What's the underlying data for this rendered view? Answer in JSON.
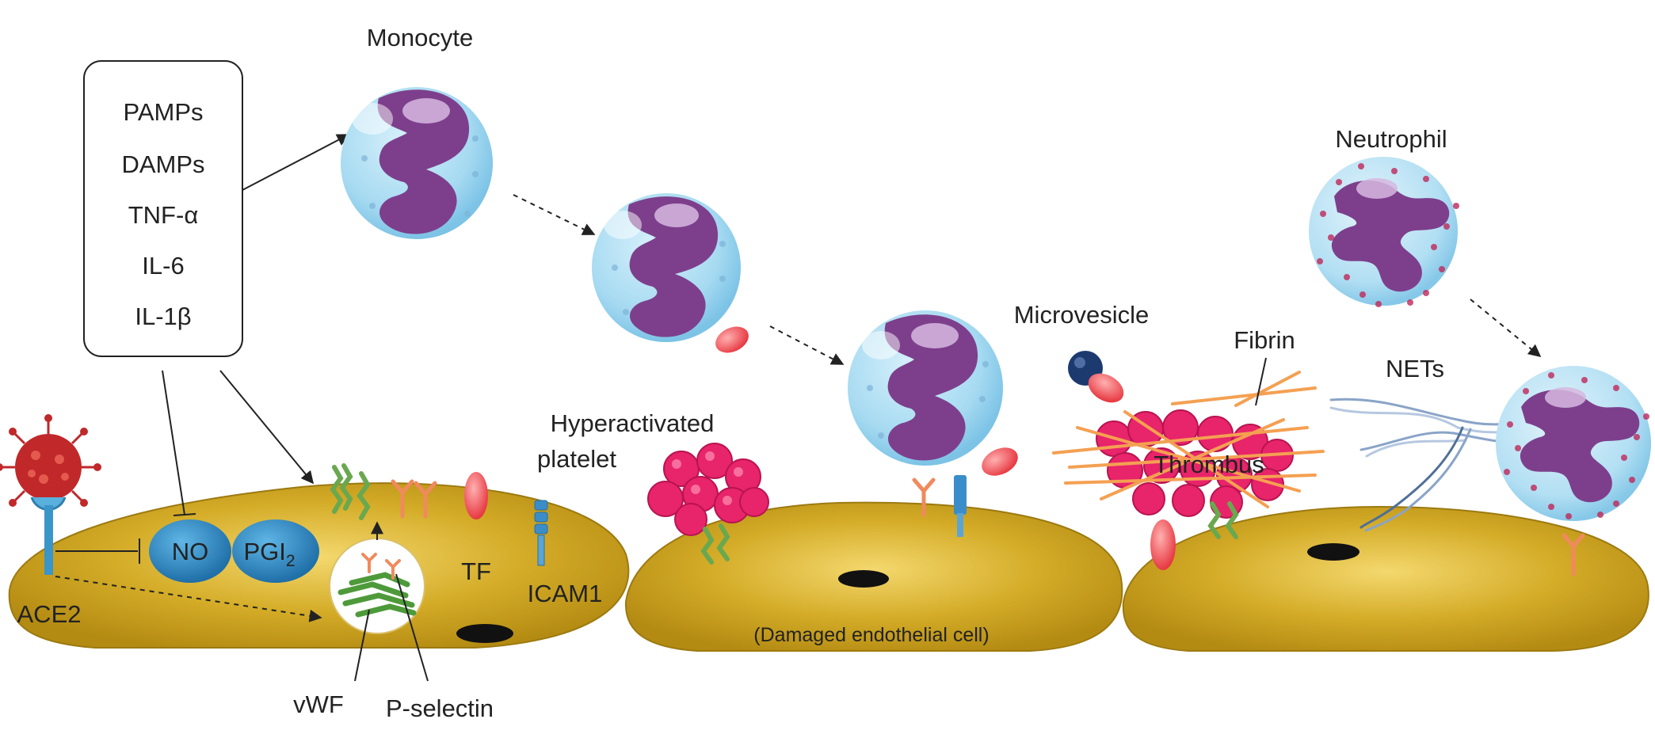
{
  "stimuli_box": {
    "items": [
      "PAMPs",
      "DAMPs",
      "TNF-α",
      "IL-6",
      "IL-1β"
    ]
  },
  "labels": {
    "monocyte": "Monocyte",
    "neutrophil": "Neutrophil",
    "microvesicle": "Microvesicle",
    "fibrin": "Fibrin",
    "nets": "NETs",
    "hyperactivated_platelet_line1": "Hyperactivated",
    "hyperactivated_platelet_line2": "platelet",
    "thrombus": "Thrombus",
    "no": "NO",
    "pgi2_main": "PGI",
    "pgi2_sub": "2",
    "tf": "TF",
    "icam1": "ICAM1",
    "ace2": "ACE2",
    "vwf": "vWF",
    "p_selectin": "P-selectin",
    "damaged_cell": "(Damaged endothelial cell)"
  },
  "colors": {
    "endothelium": "#c9a21a",
    "endothelium_light": "#f2d46a",
    "monocyte_body": "#a8dcf3",
    "nucleus": "#7d3f8c",
    "platelet": "#e8246a",
    "fibrin": "#f4a052",
    "virus": "#c0282a",
    "receptor_blue": "#3a95c8",
    "selectin": "#f08a5d",
    "vwf_green": "#6aa84f"
  }
}
